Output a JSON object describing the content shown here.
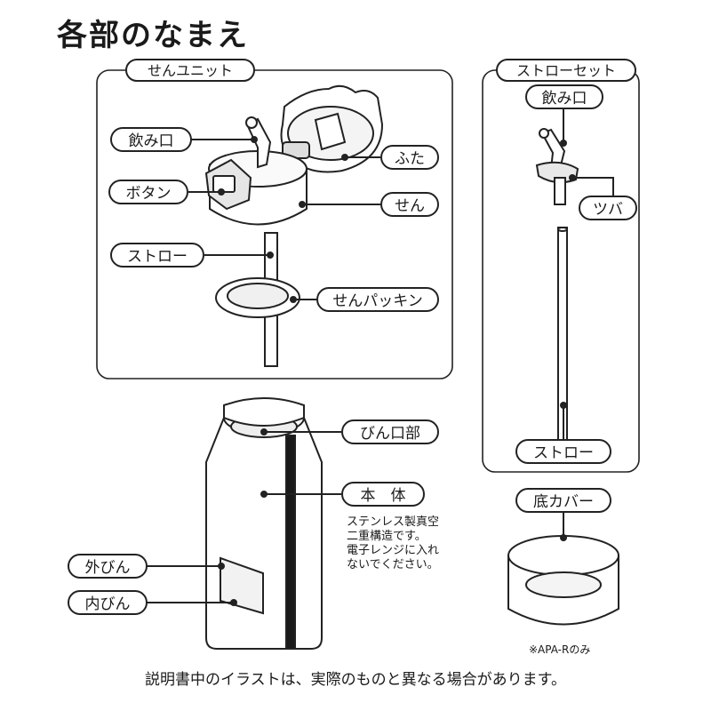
{
  "title": "各部のなまえ",
  "groups": {
    "sen_unit": "せんユニット",
    "straw_set": "ストローセット"
  },
  "labels": {
    "nomiguchi": "飲み口",
    "futa": "ふた",
    "button": "ボタン",
    "sen": "せん",
    "straw": "ストロー",
    "sen_packing": "せんパッキン",
    "set_nomiguchi": "飲み口",
    "tsuba": "ツバ",
    "set_straw": "ストロー",
    "bin_kuchibu": "びん口部",
    "hontai": "本　体",
    "soto_bin": "外びん",
    "uchi_bin": "内びん",
    "soko_cover": "底カバー"
  },
  "notes": {
    "hontai_note": "ステンレス製真空\n二重構造です。\n電子レンジに入れ\nないでください。",
    "cover_note": "※APA-Rのみ"
  },
  "footer": "説明書中のイラストは、実際のものと異なる場合があります。"
}
